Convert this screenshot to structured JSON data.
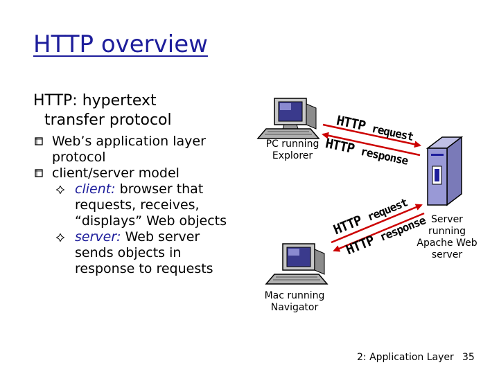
{
  "slide": {
    "title": "HTTP overview",
    "subtitle_line1": "HTTP: hypertext",
    "subtitle_line2": "transfer protocol",
    "bullets": [
      {
        "line1": "Web’s application layer",
        "line2": "protocol"
      },
      {
        "line1": "client/server model"
      }
    ],
    "subbullets": [
      {
        "term": "client:",
        "rest1": " browser that",
        "line2": "requests, receives,",
        "line3": "“displays” Web objects"
      },
      {
        "term": "server:",
        "rest1": " Web server",
        "line2": "sends objects in",
        "line3": "response to requests"
      }
    ]
  },
  "diagram": {
    "pc_label_line1": "PC running",
    "pc_label_line2": "Explorer",
    "mac_label_line1": "Mac running",
    "mac_label_line2": "Navigator",
    "server_label_line1": "Server",
    "server_label_line2": "running",
    "server_label_line3": "Apache Web",
    "server_label_line4": "server",
    "top_request_a": "HTTP",
    "top_request_b": "request",
    "top_response_a": "HTTP",
    "top_response_b": "response",
    "bottom_request_a": "HTTP",
    "bottom_request_b": "request",
    "bottom_response_a": "HTTP",
    "bottom_response_b": "response"
  },
  "footer": {
    "text": "2: Application Layer",
    "page": "35"
  },
  "colors": {
    "title": "#1d1d9b",
    "accent_red": "#cc0000",
    "text": "#000000"
  }
}
